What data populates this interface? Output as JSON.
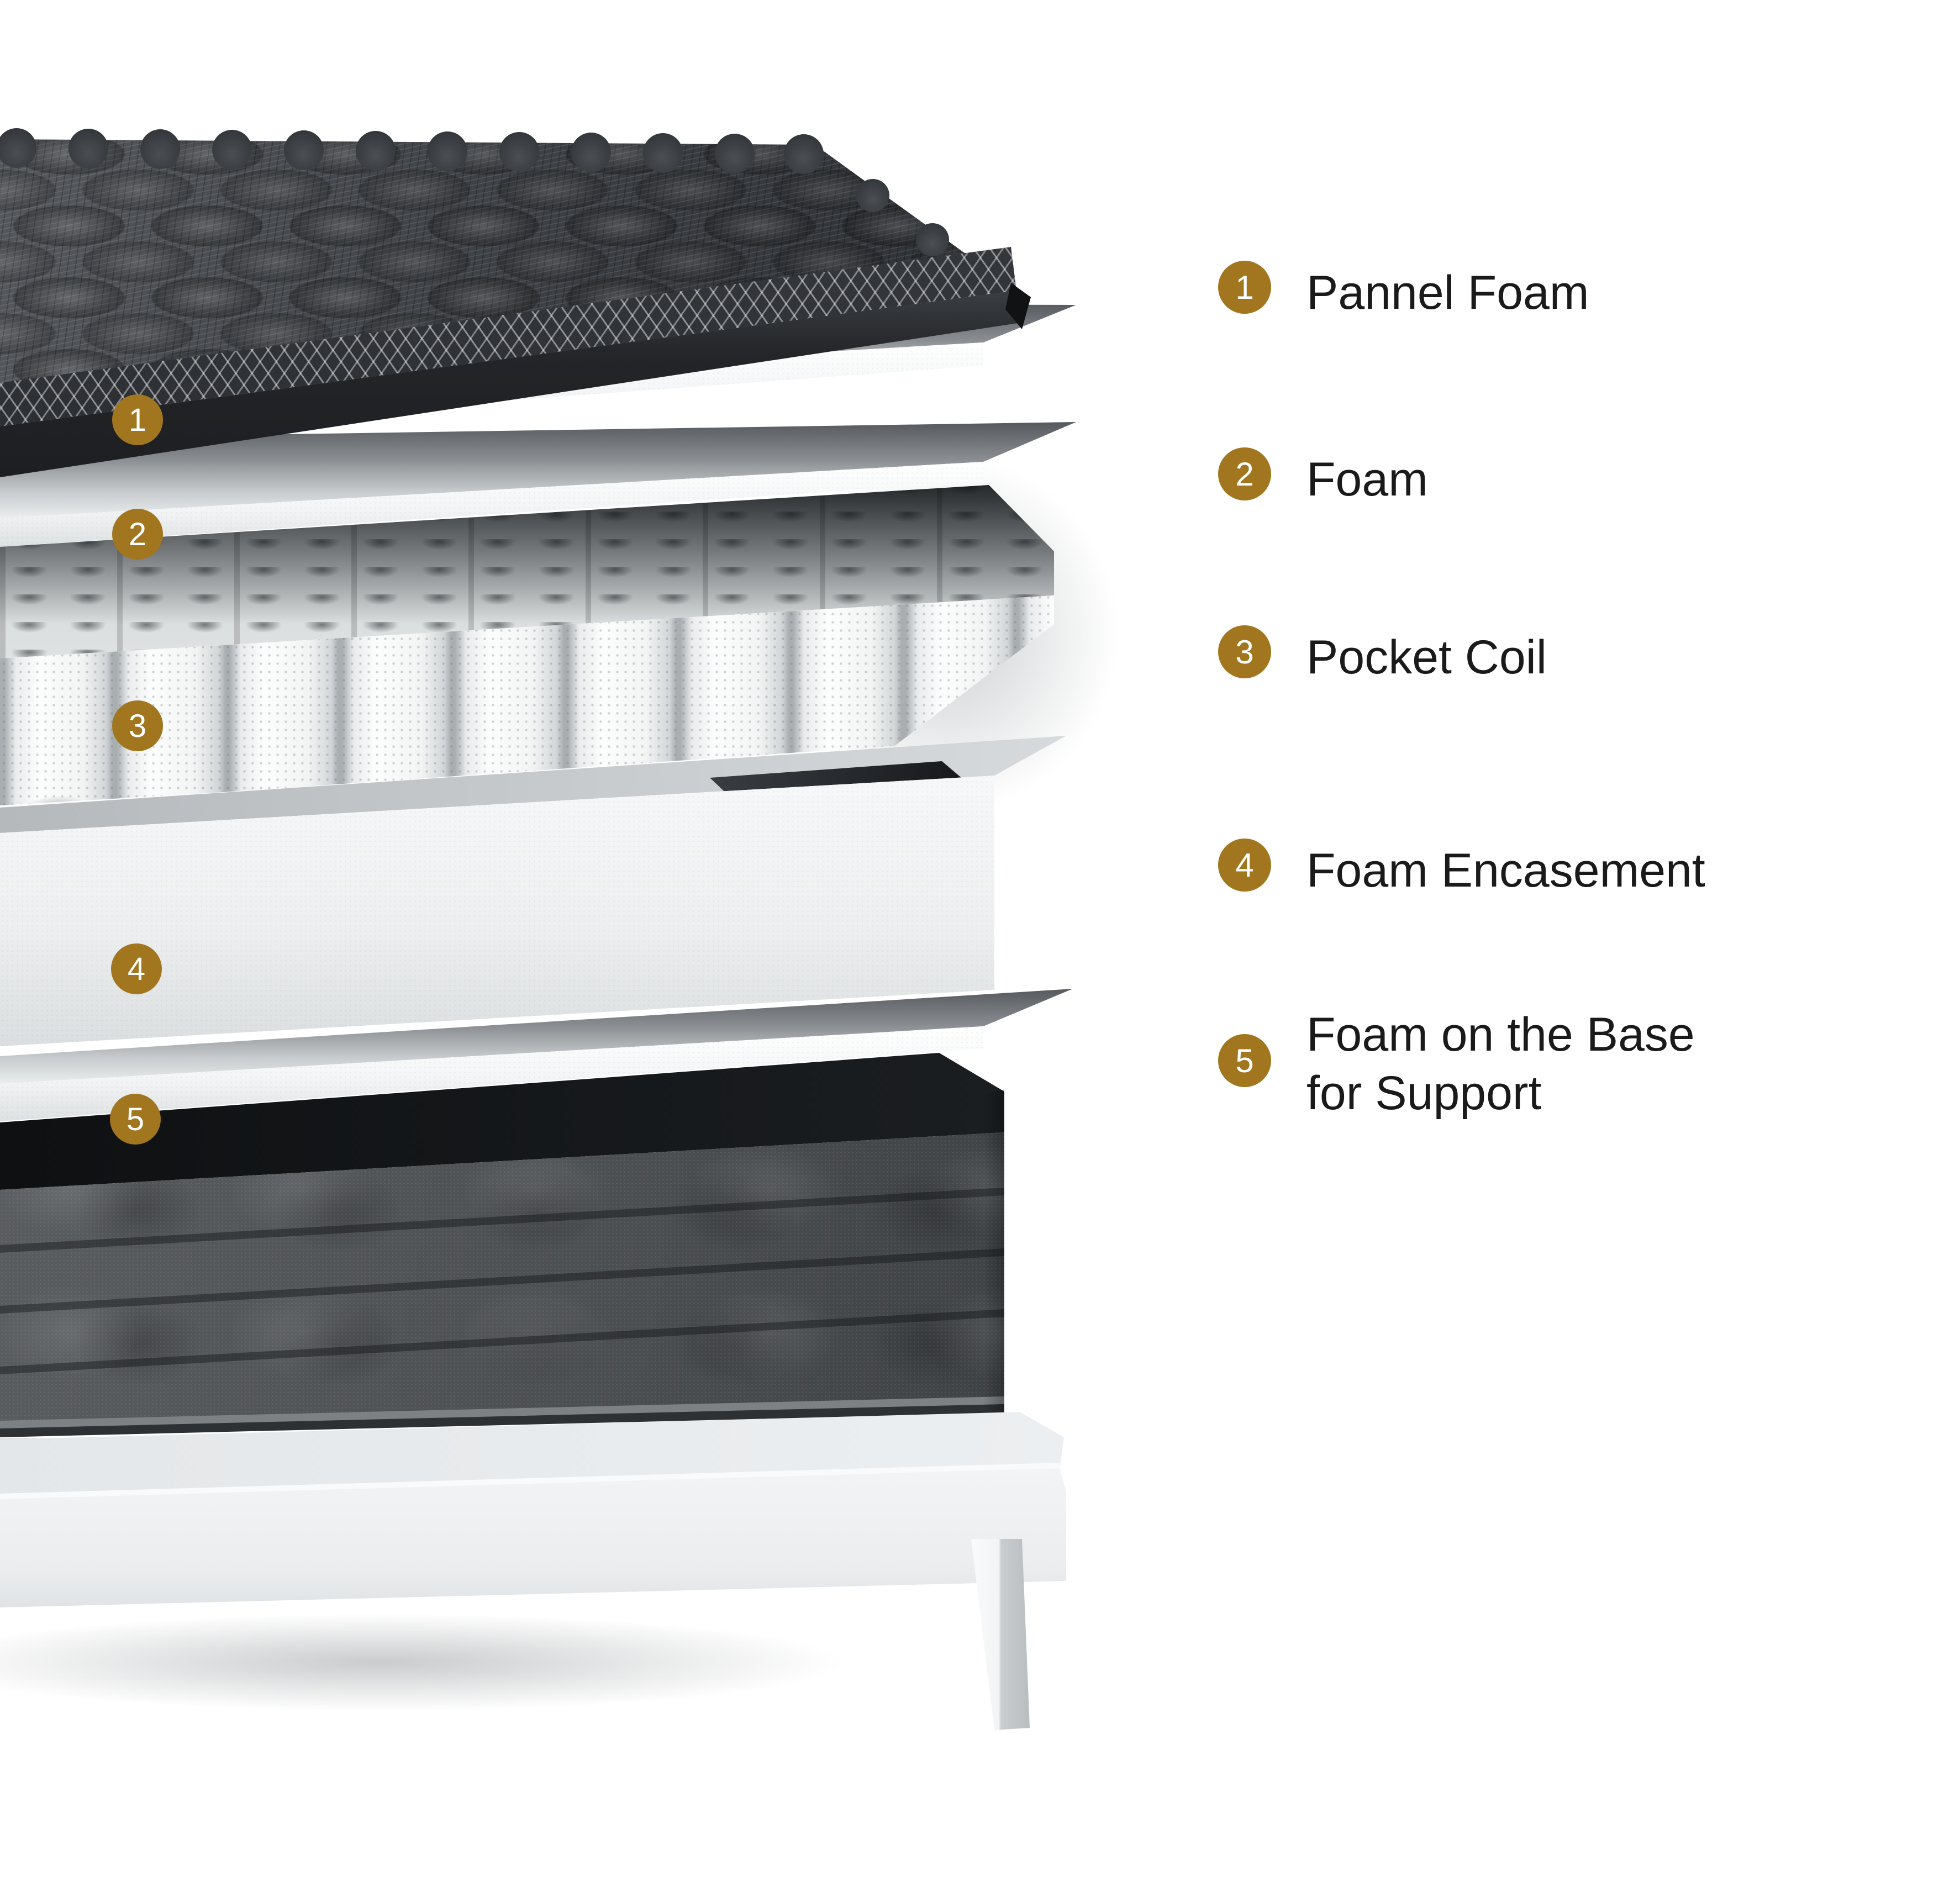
{
  "legend": {
    "items": [
      {
        "num": "1",
        "label": "Pannel Foam"
      },
      {
        "num": "2",
        "label": "Foam"
      },
      {
        "num": "3",
        "label": "Pocket Coil"
      },
      {
        "num": "4",
        "label": "Foam Encasement"
      },
      {
        "num": "5",
        "label": "Foam on the Base for Support",
        "label_line1": "Foam on the Base",
        "label_line2": "for Support"
      }
    ]
  },
  "markers": {
    "items": [
      "1",
      "2",
      "3",
      "4",
      "5"
    ]
  },
  "colors": {
    "badge_gold": "#A1761E",
    "label_text": "#1A1A1A",
    "background": "#FFFFFF",
    "panel_fabric": "#3F4246",
    "base_fabric": "#54575A",
    "foam_white": "#F3F5F6"
  }
}
